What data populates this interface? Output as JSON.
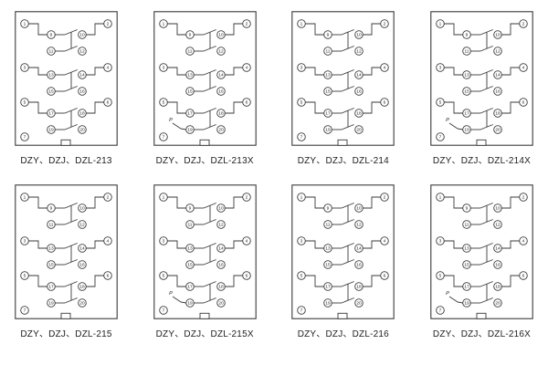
{
  "page": {
    "background": "#ffffff",
    "line_color": "#3a3a3a",
    "text_color": "#1d1d1d"
  },
  "diagram": {
    "p_label": "P",
    "terminals": {
      "outer_left": [
        "1",
        "3",
        "5",
        "7"
      ],
      "outer_right": [
        "2",
        "4",
        "6"
      ],
      "inner_left": [
        "9",
        "11",
        "13",
        "15",
        "17",
        "19"
      ],
      "inner_right": [
        "10",
        "12",
        "14",
        "16",
        "18",
        "20"
      ]
    },
    "panels": [
      {
        "label": "DZY、DZJ、DZL-213",
        "has_p": false
      },
      {
        "label": "DZY、DZJ、DZL-213X",
        "has_p": true
      },
      {
        "label": "DZY、DZJ、DZL-214",
        "has_p": false
      },
      {
        "label": "DZY、DZJ、DZL-214X",
        "has_p": true
      },
      {
        "label": "DZY、DZJ、DZL-215",
        "has_p": false
      },
      {
        "label": "DZY、DZJ、DZL-215X",
        "has_p": true
      },
      {
        "label": "DZY、DZJ、DZL-216",
        "has_p": false
      },
      {
        "label": "DZY、DZJ、DZL-216X",
        "has_p": true
      }
    ]
  }
}
